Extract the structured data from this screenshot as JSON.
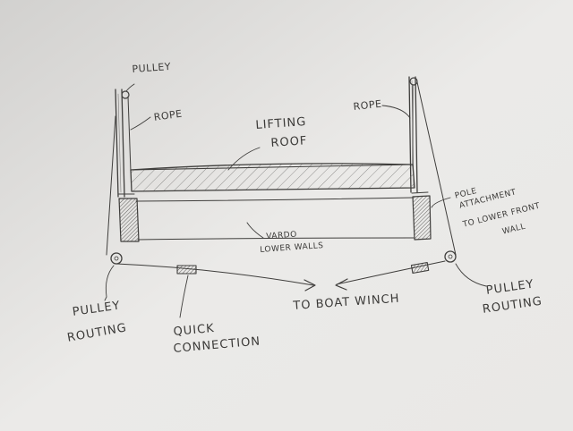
{
  "labels": {
    "pulley_top_left": "PULLEY",
    "rope_left": "ROPE",
    "rope_right": "ROPE",
    "lifting": "LIFTING",
    "roof": "ROOF",
    "pole_attachment": [
      "POLE",
      "ATTACHMENT",
      "TO LOWER FRONT",
      "WALL"
    ],
    "vardo": "VARDO",
    "lower_walls": "LOWER WALLS",
    "to_boat_winch": "TO BOAT WINCH",
    "pulley_routing_left": [
      "PULLEY",
      "ROUTING"
    ],
    "quick_connection": [
      "QUICK",
      "CONNECTION"
    ],
    "pulley_routing_right": [
      "PULLEY",
      "ROUTING"
    ]
  }
}
